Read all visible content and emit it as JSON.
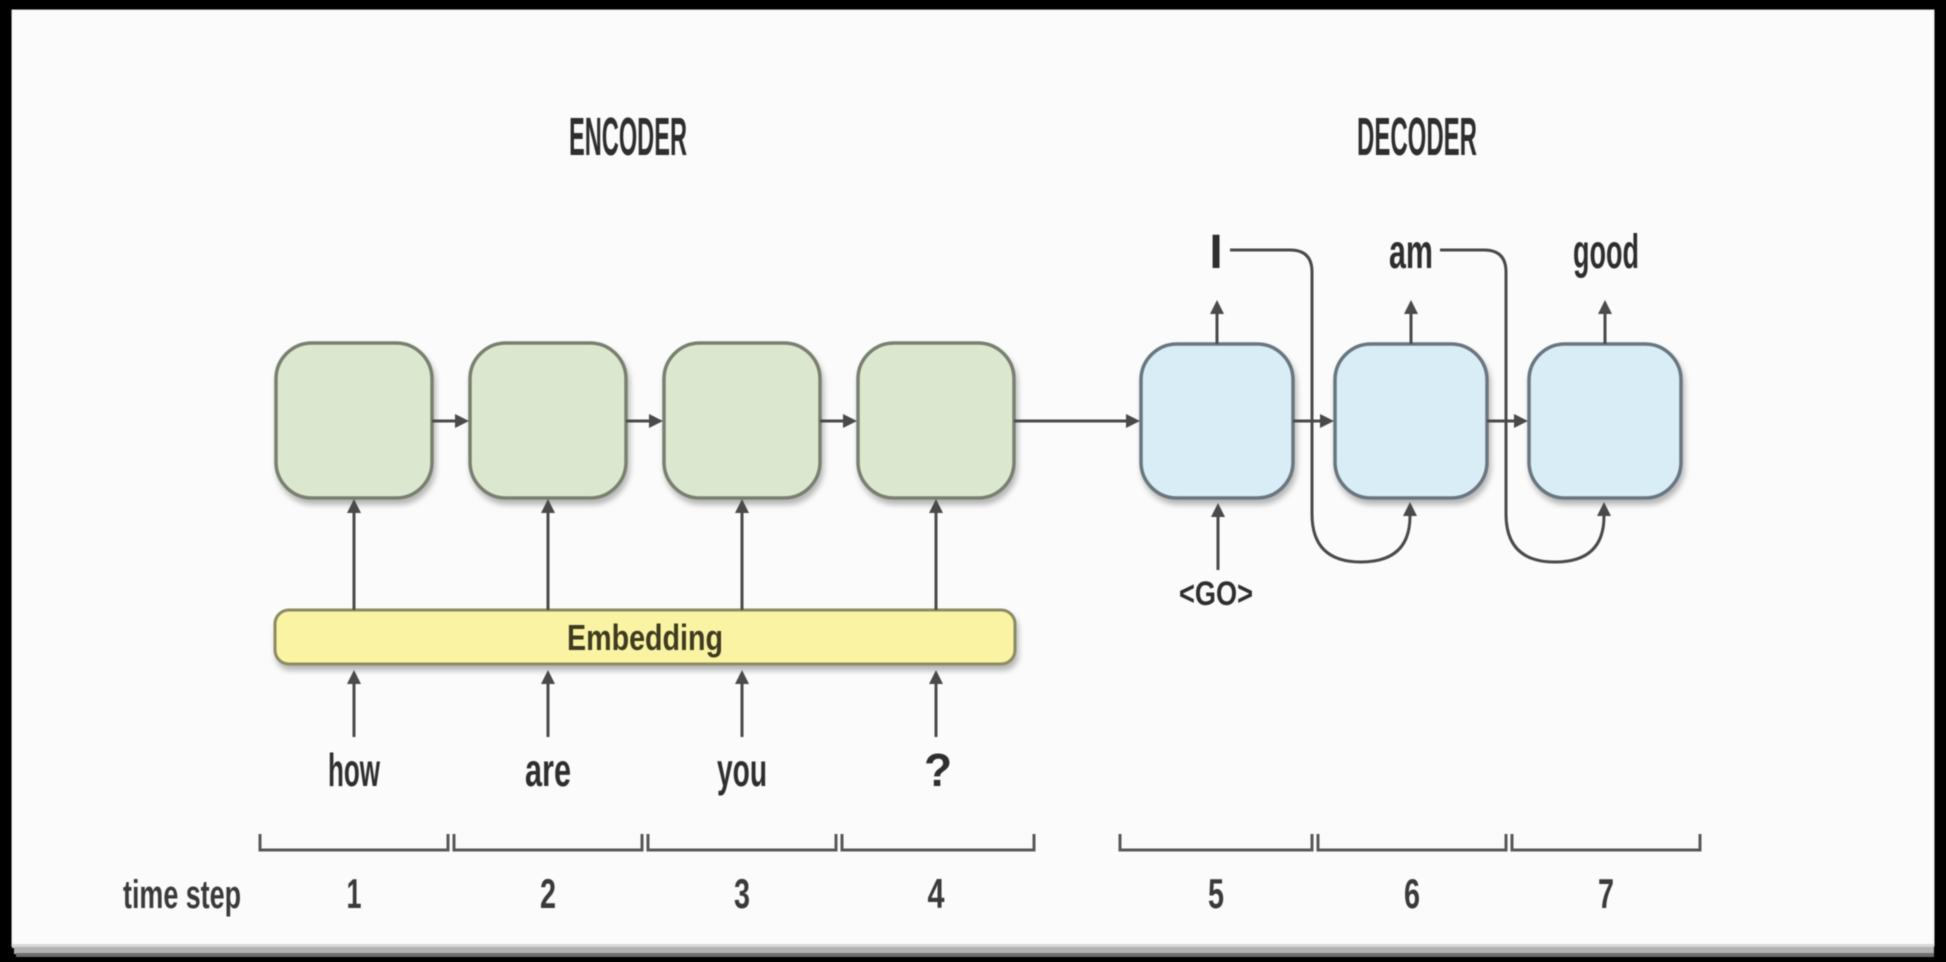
{
  "diagram": {
    "encoder_label": "ENCODER",
    "decoder_label": "DECODER",
    "embedding_label": "Embedding",
    "go_token": "<GO>",
    "time_axis_label": "time step",
    "input_words": [
      "how",
      "are",
      "you",
      "?"
    ],
    "output_words": [
      "I",
      "am",
      "good"
    ],
    "time_steps": [
      "1",
      "2",
      "3",
      "4",
      "5",
      "6",
      "7"
    ],
    "colors": {
      "frame": "#000000",
      "slide": "#fbfbfb",
      "encoder_cell_fill": "#dce7d0",
      "encoder_cell_border": "#79806f",
      "decoder_cell_fill": "#d9edf7",
      "decoder_cell_border": "#697680",
      "embedding_fill": "#faf3a3",
      "embedding_border": "#8b8b62",
      "connector": "#4a4a4a",
      "label_text": "#2e2e2e",
      "embedding_text": "#3e3b20"
    }
  }
}
